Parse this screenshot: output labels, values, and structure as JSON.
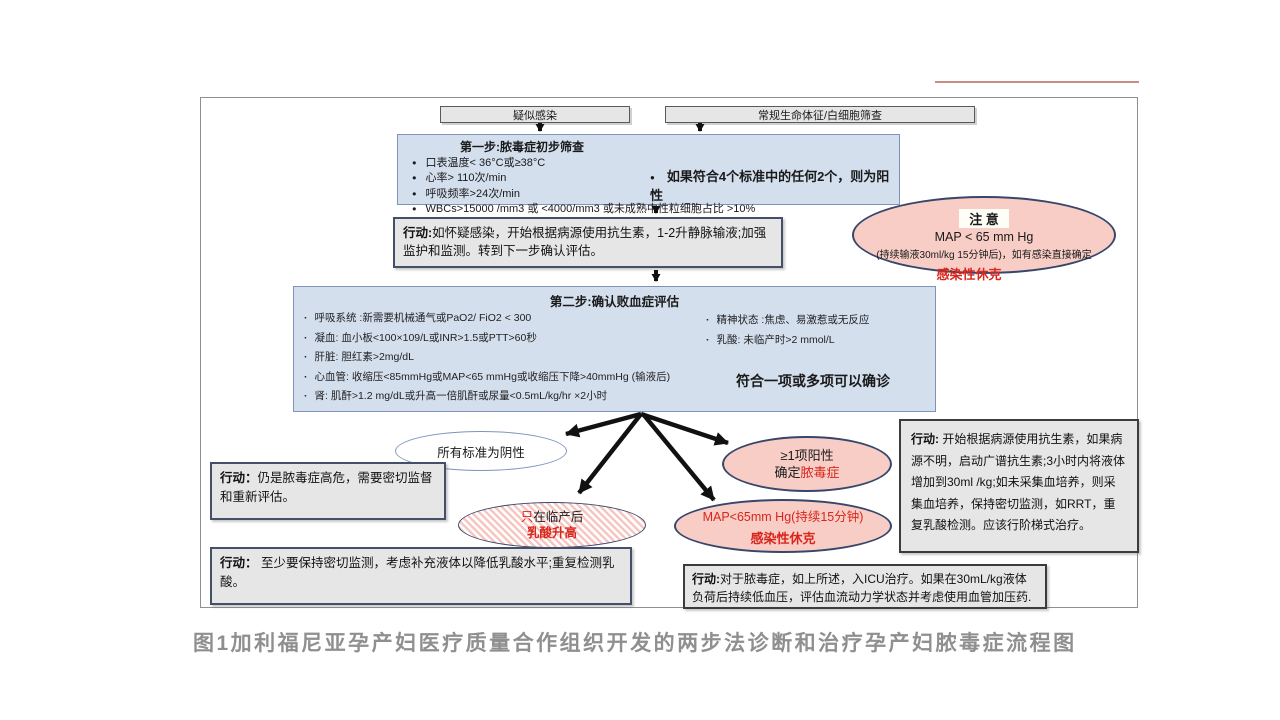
{
  "colors": {
    "accent_red": "#d9261c",
    "step_box_blue": "#d4dfee",
    "action_box_gray": "#e7e6e6",
    "ellipse_pink": "#f7cdc6"
  },
  "top_row": {
    "left_box": "疑似感染",
    "right_box": "常规生命体征/白细胞筛查"
  },
  "step1": {
    "title": "第一步:脓毒症初步筛查",
    "bullets": [
      "口表温度< 36°C或≥38°C",
      "心率> 110次/min",
      "呼吸频率>24次/min",
      "WBCs>15000  /mm3 或 <4000/mm3 或未成熟中性粒细胞占比 >10%"
    ],
    "rule": "如果符合4个标准中的任何2个，则为阳性"
  },
  "action_screen": {
    "label": "行动:",
    "text": "如怀疑感染，开始根据病源使用抗生素，1-2升静脉输液;加强监护和监测。转到下一步确认评估。"
  },
  "note": {
    "title": "注 意",
    "line1": "MAP < 65 mm Hg",
    "line2": "(持续输液30ml/kg 15分钟后)，如有感染直接确定",
    "shock": "感染性休克"
  },
  "step2": {
    "title": "第二步:确认败血症评估",
    "left_bullets": [
      "呼吸系统 :新需要机械通气或PaO2/ FiO2 < 300",
      "凝血: 血小板<100×109/L或INR>1.5或PTT>60秒",
      "肝脏: 胆红素>2mg/dL",
      "心血管: 收缩压<85mmHg或MAP<65 mmHg或收缩压下降>40mmHg (输液后)",
      "肾: 肌酐>1.2 mg/dL或升高一倍肌酐或尿量<0.5mL/kg/hr ×2小时"
    ],
    "right_bullets": [
      "精神状态 :焦虑、易激惹或无反应",
      "乳酸: 未临产时>2 mmol/L"
    ],
    "rule": "符合一项或多项可以确诊"
  },
  "outcomes": {
    "negative": "所有标准为阴性",
    "lactate": {
      "red1": "只",
      "black1": "在临产后",
      "red2": "乳酸升高"
    },
    "sepsis": {
      "line1": "≥1项阳性",
      "prefix": "确定",
      "red": "脓毒症"
    },
    "shock": {
      "line1": "MAP<65mm Hg(持续15分钟)",
      "line2": "感染性休克"
    }
  },
  "actions": {
    "highrisk": {
      "label": "行动：",
      "text": "仍是脓毒症高危，需要密切监督和重新评估。"
    },
    "monitor": {
      "label": "行动：",
      "text": "至少要保持密切监测，考虑补充液体以降低乳酸水平;重复检测乳酸。"
    },
    "antibiotics": {
      "label": "行动:",
      "text": "开始根据病源使用抗生素，如果病源不明，启动广谱抗生素;3小时内将液体增加到30ml /kg;如未采集血培养，则采集血培养，保持密切监测，如RRT，重复乳酸检测。应该行阶梯式治疗。"
    },
    "icu": {
      "label": "行动:",
      "text": "对于脓毒症，如上所述，入ICU治疗。如果在30mL/kg液体负荷后持续低血压，评估血流动力学状态并考虑使用血管加压药."
    }
  },
  "caption": "图1加利福尼亚孕产妇医疗质量合作组织开发的两步法诊断和治疗孕产妇脓毒症流程图"
}
